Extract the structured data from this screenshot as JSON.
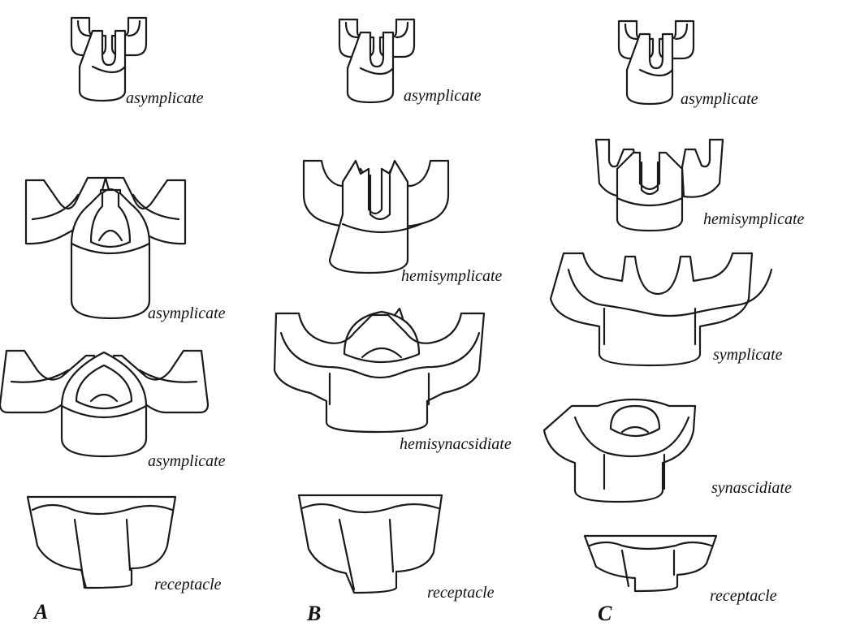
{
  "figure": {
    "columns": [
      {
        "letter": "A",
        "stages": [
          "asymplicate",
          "asymplicate",
          "asymplicate",
          "receptacle"
        ]
      },
      {
        "letter": "B",
        "stages": [
          "asymplicate",
          "hemisymplicate",
          "hemisynacsidiate",
          "receptacle"
        ]
      },
      {
        "letter": "C",
        "stages": [
          "asymplicate",
          "hemisymplicate",
          "symplicate",
          "synascidiate",
          "receptacle"
        ]
      }
    ]
  },
  "colors": {
    "line": "#1a1a1a",
    "fill": "#ffffff",
    "background": "#ffffff"
  }
}
